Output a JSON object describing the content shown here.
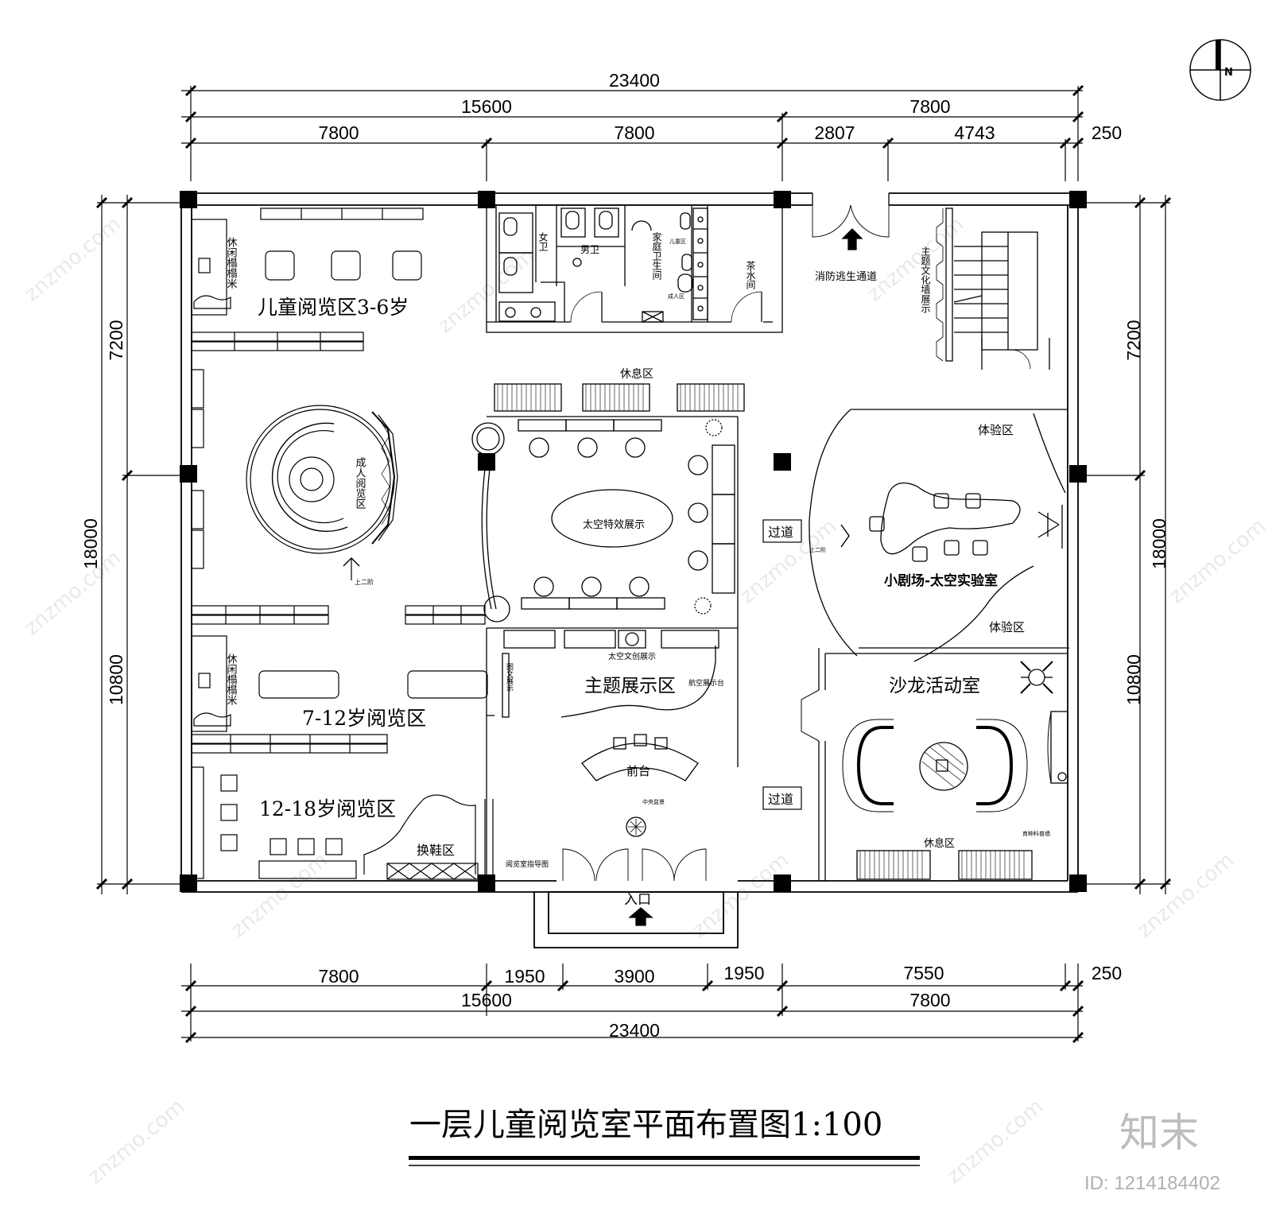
{
  "drawing_title": "一层儿童阅览室平面布置图1:100",
  "north_label": "N",
  "watermark": {
    "brand": "知末",
    "id": "ID: 1214184402",
    "site": "znzmo.com"
  },
  "dimensions": {
    "top_total": "23400",
    "top_mid_left": "15600",
    "top_mid_right": "7800",
    "top_row": [
      "7800",
      "7800",
      "2807",
      "4743",
      "250"
    ],
    "bottom_row": [
      "7800",
      "1950",
      "3900",
      "1950",
      "7550",
      "250"
    ],
    "bottom_mid_left": "15600",
    "bottom_mid_right": "7800",
    "bottom_total": "23400",
    "left_total": "18000",
    "left_upper": "7200",
    "left_lower": "10800",
    "right_total": "18000",
    "right_upper": "7200",
    "right_lower": "10800"
  },
  "rooms": {
    "kids_3_6": "儿童阅览区3-6岁",
    "tatami_1": "休闲榻榻米",
    "tatami_2": "休闲榻榻米",
    "adult": "成人阅览区",
    "up_stair_1": "上二阶",
    "kids_7_12": "7-12岁阅览区",
    "kids_12_18": "12-18岁阅览区",
    "shoe": "换鞋区",
    "guide": "阅览室指导图",
    "female_wc": "女卫",
    "male_wc": "男卫",
    "family_wc": "家庭卫生间",
    "child_zone": "儿童区",
    "adult_zone": "成人区",
    "tea": "茶水间",
    "fire_exit": "消防逃生通道",
    "culture_wall": "主题文化墙展示",
    "rest_top": "休息区",
    "space_fx": "太空特效展示",
    "space_creative": "太空文创展示",
    "picture_show": "图文展示",
    "theme_show": "主题展示区",
    "aero_stand": "航空展示台",
    "reception": "前台",
    "central_scene": "中央盆景",
    "entrance": "入口",
    "corridor_1": "过道",
    "corridor_2": "过道",
    "up_stair_2": "上二阶",
    "experience_1": "体验区",
    "experience_2": "体验区",
    "theater": "小剧场-太空实验室",
    "salon": "沙龙活动室",
    "rest_salon": "休息区",
    "science_wall": "育种科普墙"
  }
}
